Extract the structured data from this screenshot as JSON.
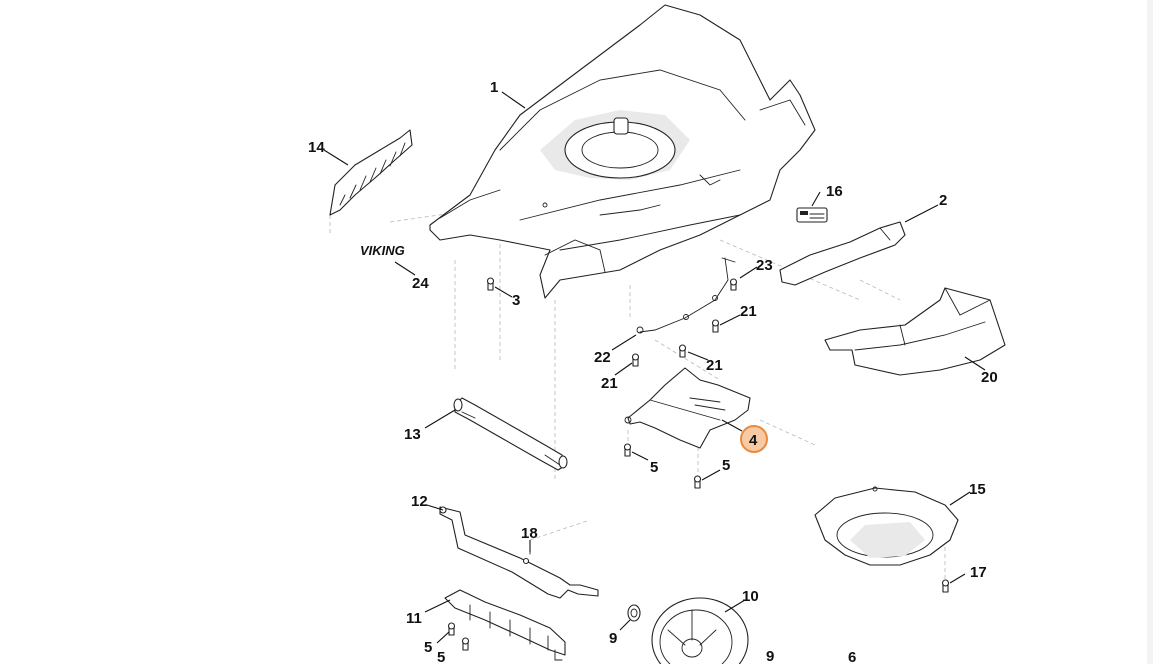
{
  "diagram": {
    "brand_logo": "VIKING",
    "callouts": [
      {
        "id": "c1",
        "text": "1"
      },
      {
        "id": "c2",
        "text": "2"
      },
      {
        "id": "c3",
        "text": "3"
      },
      {
        "id": "c4",
        "text": "4",
        "highlighted": true
      },
      {
        "id": "c5a",
        "text": "5"
      },
      {
        "id": "c5b",
        "text": "5"
      },
      {
        "id": "c5c",
        "text": "5"
      },
      {
        "id": "c5d",
        "text": "5"
      },
      {
        "id": "c6",
        "text": "6"
      },
      {
        "id": "c9a",
        "text": "9"
      },
      {
        "id": "c9b",
        "text": "9"
      },
      {
        "id": "c10",
        "text": "10"
      },
      {
        "id": "c11",
        "text": "11"
      },
      {
        "id": "c12",
        "text": "12"
      },
      {
        "id": "c13",
        "text": "13"
      },
      {
        "id": "c14",
        "text": "14"
      },
      {
        "id": "c15",
        "text": "15"
      },
      {
        "id": "c16",
        "text": "16"
      },
      {
        "id": "c17",
        "text": "17"
      },
      {
        "id": "c18",
        "text": "18"
      },
      {
        "id": "c20",
        "text": "20"
      },
      {
        "id": "c21a",
        "text": "21"
      },
      {
        "id": "c21b",
        "text": "21"
      },
      {
        "id": "c21c",
        "text": "21"
      },
      {
        "id": "c22",
        "text": "22"
      },
      {
        "id": "c23",
        "text": "23"
      },
      {
        "id": "c24",
        "text": "24"
      }
    ],
    "colors": {
      "line": "#222222",
      "highlight_fill": "#f7c9a5",
      "highlight_stroke": "#e88a3c",
      "background": "#ffffff"
    }
  }
}
